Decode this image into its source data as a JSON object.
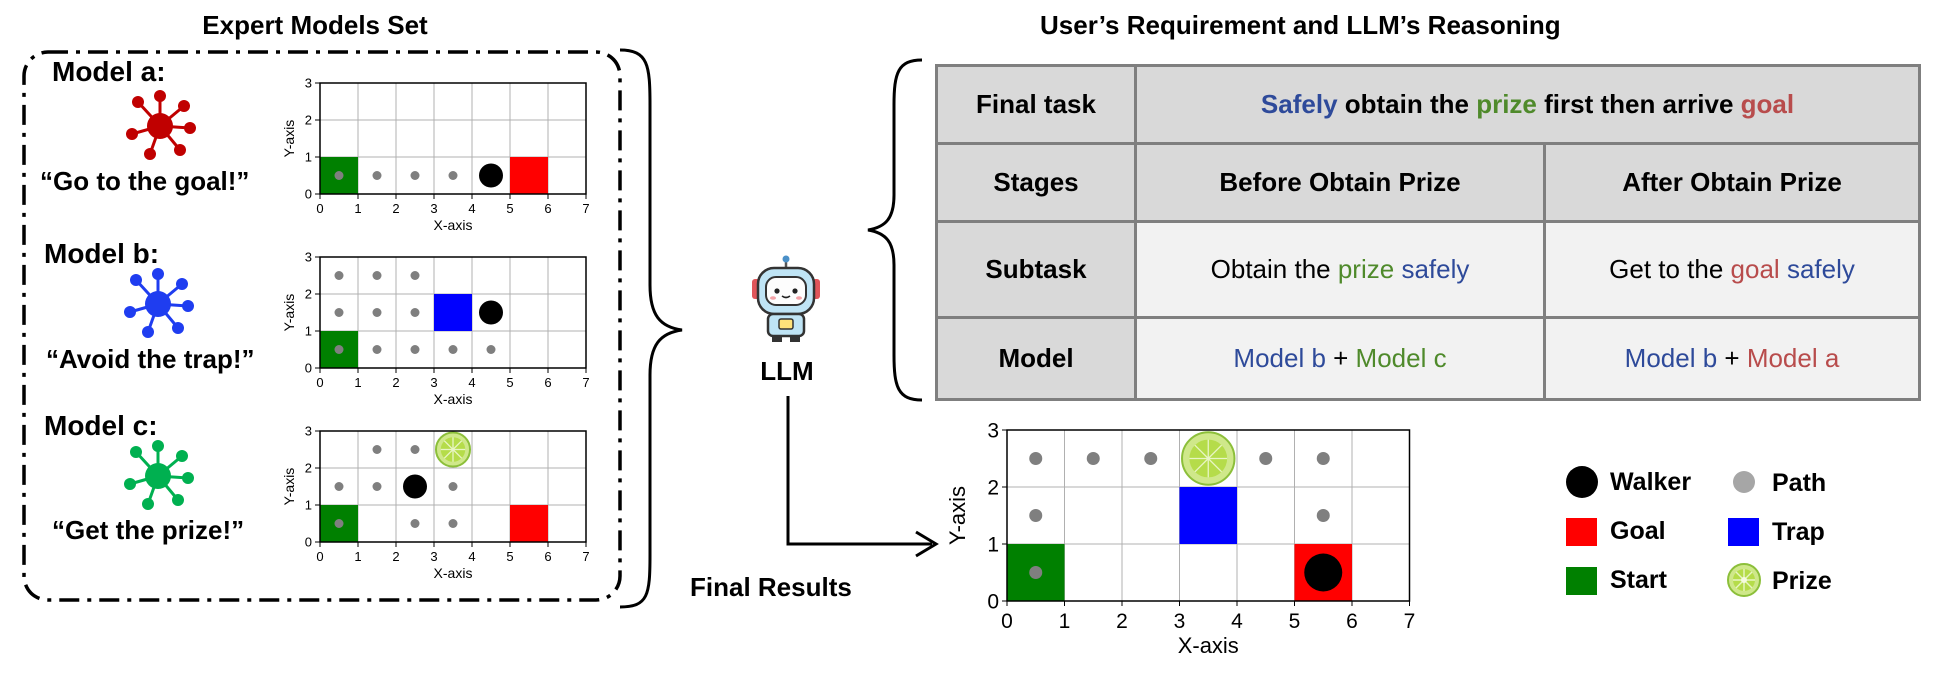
{
  "left_title": "Expert Models Set",
  "right_title": "User’s Requirement and LLM’s Reasoning",
  "colors": {
    "model_a": "#b84c4c",
    "model_b": "#2e4a9a",
    "model_c": "#4f8a2b",
    "icon_a": "#c00000",
    "icon_b": "#1f3df0",
    "icon_c": "#00b050",
    "start": "#008000",
    "goal": "#ff0000",
    "trap": "#0000ff",
    "walker": "#000000",
    "path": "#7f7f7f"
  },
  "models": [
    {
      "name": "Model a:",
      "quote": "“Go to the goal!”",
      "icon": "network-node-icon",
      "chart": {
        "xticks": [
          "0",
          "1",
          "2",
          "3",
          "4",
          "5",
          "6",
          "7"
        ],
        "yticks": [
          "0",
          "1",
          "2",
          "3"
        ],
        "xlabel": "X-axis",
        "ylabel": "Y-axis",
        "start": [
          0,
          0
        ],
        "goal": [
          5,
          0
        ],
        "walker": [
          4.5,
          0.5
        ],
        "path": [
          [
            0.5,
            0.5
          ],
          [
            1.5,
            0.5
          ],
          [
            2.5,
            0.5
          ],
          [
            3.5,
            0.5
          ]
        ]
      }
    },
    {
      "name": "Model b:",
      "quote": "“Avoid the trap!”",
      "icon": "network-node-icon",
      "chart": {
        "xticks": [
          "0",
          "1",
          "2",
          "3",
          "4",
          "5",
          "6",
          "7"
        ],
        "yticks": [
          "0",
          "1",
          "2",
          "3"
        ],
        "xlabel": "X-axis",
        "ylabel": "Y-axis",
        "start": [
          0,
          0
        ],
        "trap": [
          3,
          1
        ],
        "walker": [
          4.5,
          1.5
        ],
        "path": [
          [
            0.5,
            0.5
          ],
          [
            0.5,
            1.5
          ],
          [
            0.5,
            2.5
          ],
          [
            1.5,
            2.5
          ],
          [
            2.5,
            2.5
          ],
          [
            1.5,
            1.5
          ],
          [
            2.5,
            1.5
          ],
          [
            1.5,
            0.5
          ],
          [
            2.5,
            0.5
          ],
          [
            3.5,
            0.5
          ],
          [
            4.5,
            0.5
          ]
        ]
      }
    },
    {
      "name": "Model c:",
      "quote": "“Get the prize!”",
      "icon": "network-node-icon",
      "chart": {
        "xticks": [
          "0",
          "1",
          "2",
          "3",
          "4",
          "5",
          "6",
          "7"
        ],
        "yticks": [
          "0",
          "1",
          "2",
          "3"
        ],
        "xlabel": "X-axis",
        "ylabel": "Y-axis",
        "start": [
          0,
          0
        ],
        "goal": [
          5,
          0
        ],
        "prize": [
          3.5,
          2.5
        ],
        "walker": [
          2.5,
          1.5
        ],
        "path": [
          [
            0.5,
            0.5
          ],
          [
            0.5,
            1.5
          ],
          [
            1.5,
            1.5
          ],
          [
            1.5,
            2.5
          ],
          [
            2.5,
            2.5
          ],
          [
            3.5,
            1.5
          ],
          [
            2.5,
            0.5
          ],
          [
            3.5,
            0.5
          ]
        ]
      }
    }
  ],
  "llm_label": "LLM",
  "final_results_label": "Final Results",
  "table": {
    "final_task_label": "Final task",
    "final_task": {
      "w1": "Safely",
      "w2": " obtain the ",
      "w3": "prize",
      "w4": " first then arrive ",
      "w5": "goal"
    },
    "stages_label": "Stages",
    "stage_before": "Before Obtain Prize",
    "stage_after": "After Obtain Prize",
    "subtask_label": "Subtask",
    "subtask_before": {
      "a": "Obtain the ",
      "b": "prize",
      "c": " ",
      "d": "safely"
    },
    "subtask_after": {
      "a": "Get to the ",
      "b": "goal",
      "c": " ",
      "d": "safely"
    },
    "model_label": "Model",
    "model_before": {
      "a": "Model b",
      "b": " + ",
      "c": "Model c"
    },
    "model_after": {
      "a": "Model b",
      "b": " + ",
      "c": "Model a"
    }
  },
  "final_chart": {
    "xticks": [
      "0",
      "1",
      "2",
      "3",
      "4",
      "5",
      "6",
      "7"
    ],
    "yticks": [
      "0",
      "1",
      "2",
      "3"
    ],
    "xlabel": "X-axis",
    "ylabel": "Y-axis",
    "start": [
      0,
      0
    ],
    "trap": [
      3,
      1
    ],
    "goal": [
      5,
      0
    ],
    "prize": [
      3.5,
      2.5
    ],
    "walker": [
      5.5,
      0.5
    ],
    "path": [
      [
        0.5,
        0.5
      ],
      [
        0.5,
        1.5
      ],
      [
        0.5,
        2.5
      ],
      [
        1.5,
        2.5
      ],
      [
        2.5,
        2.5
      ],
      [
        4.5,
        2.5
      ],
      [
        5.5,
        2.5
      ],
      [
        5.5,
        1.5
      ]
    ]
  },
  "legend": {
    "walker": "Walker",
    "path": "Path",
    "goal": "Goal",
    "trap": "Trap",
    "start": "Start",
    "prize": "Prize"
  }
}
